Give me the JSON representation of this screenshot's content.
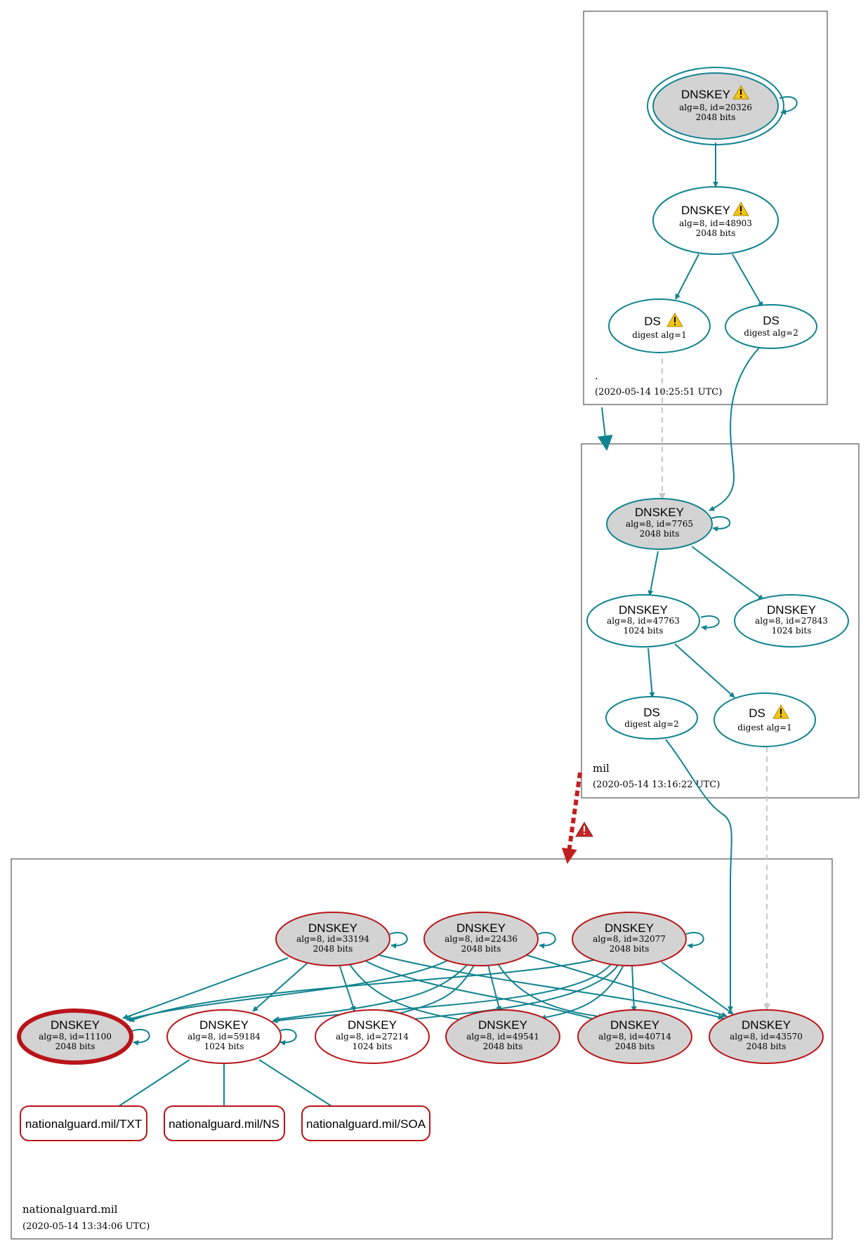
{
  "colors": {
    "secure": "#10838f",
    "bogus": "#b81419",
    "insecure_link": "#c21e1e",
    "ignored": "#c8c8c8",
    "fill_ksk": "#d3d3d3",
    "warning": "#f0c419",
    "error": "#c62828"
  },
  "zones": {
    "root": {
      "name": ".",
      "timestamp": "(2020-05-14 10:25:51 UTC)"
    },
    "mil": {
      "name": "mil",
      "timestamp": "(2020-05-14 13:16:22 UTC)"
    },
    "ng": {
      "name": "nationalguard.mil",
      "timestamp": "(2020-05-14 13:34:06 UTC)"
    }
  },
  "nodes": {
    "root_ksk": {
      "title": "DNSKEY",
      "line1": "alg=8, id=20326",
      "line2": "2048 bits",
      "warning": true
    },
    "root_zsk": {
      "title": "DNSKEY",
      "line1": "alg=8, id=48903",
      "line2": "2048 bits",
      "warning": true
    },
    "root_ds1": {
      "title": "DS",
      "line1": "digest alg=1",
      "warning": true
    },
    "root_ds2": {
      "title": "DS",
      "line1": "digest alg=2"
    },
    "mil_ksk": {
      "title": "DNSKEY",
      "line1": "alg=8, id=7765",
      "line2": "2048 bits"
    },
    "mil_zsk1": {
      "title": "DNSKEY",
      "line1": "alg=8, id=47763",
      "line2": "1024 bits"
    },
    "mil_zsk2": {
      "title": "DNSKEY",
      "line1": "alg=8, id=27843",
      "line2": "1024 bits"
    },
    "mil_ds2": {
      "title": "DS",
      "line1": "digest alg=2"
    },
    "mil_ds1": {
      "title": "DS",
      "line1": "digest alg=1",
      "warning": true
    },
    "ng_33194": {
      "title": "DNSKEY",
      "line1": "alg=8, id=33194",
      "line2": "2048 bits"
    },
    "ng_22436": {
      "title": "DNSKEY",
      "line1": "alg=8, id=22436",
      "line2": "2048 bits"
    },
    "ng_32077": {
      "title": "DNSKEY",
      "line1": "alg=8, id=32077",
      "line2": "2048 bits"
    },
    "ng_11100": {
      "title": "DNSKEY",
      "line1": "alg=8, id=11100",
      "line2": "2048 bits"
    },
    "ng_59184": {
      "title": "DNSKEY",
      "line1": "alg=8, id=59184",
      "line2": "1024 bits"
    },
    "ng_27214": {
      "title": "DNSKEY",
      "line1": "alg=8, id=27214",
      "line2": "1024 bits"
    },
    "ng_49541": {
      "title": "DNSKEY",
      "line1": "alg=8, id=49541",
      "line2": "2048 bits"
    },
    "ng_40714": {
      "title": "DNSKEY",
      "line1": "alg=8, id=40714",
      "line2": "2048 bits"
    },
    "ng_43570": {
      "title": "DNSKEY",
      "line1": "alg=8, id=43570",
      "line2": "2048 bits"
    }
  },
  "records": {
    "txt": "nationalguard.mil/TXT",
    "ns": "nationalguard.mil/NS",
    "soa": "nationalguard.mil/SOA"
  }
}
